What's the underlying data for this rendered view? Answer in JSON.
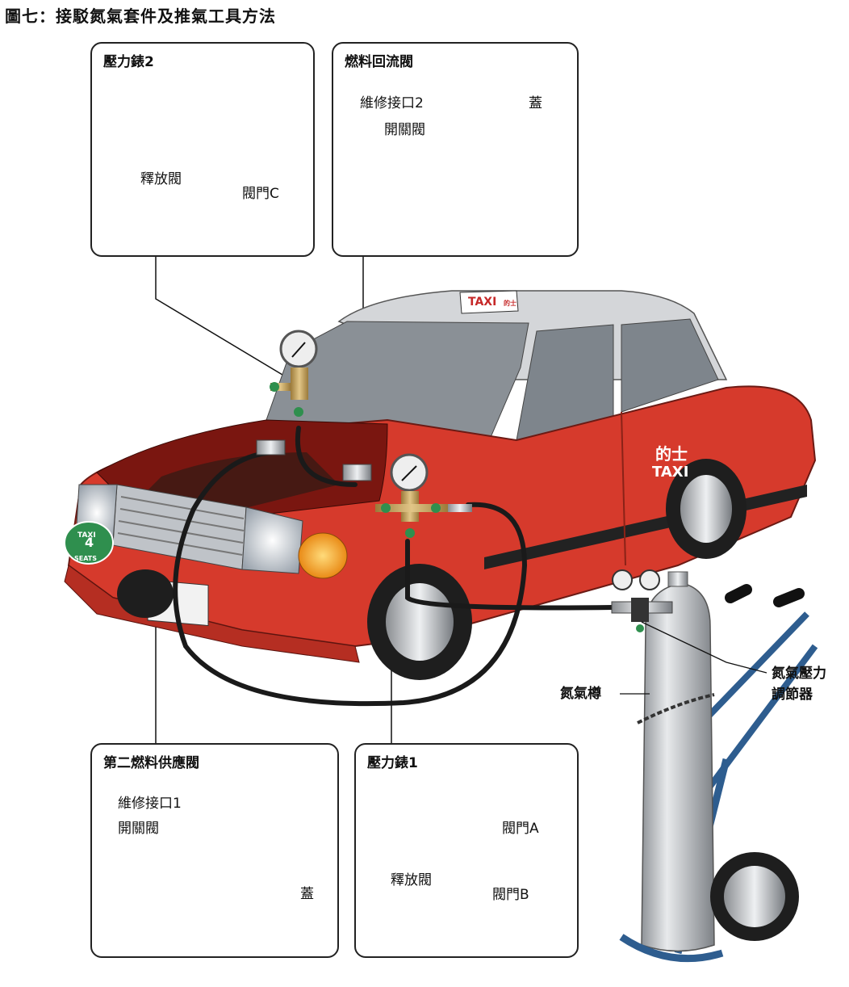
{
  "title": "圖七：接駁氮氣套件及推氣工具方法",
  "panels": {
    "gauge2": {
      "title": "壓力錶2",
      "release_valve": "釋放閥",
      "valve_c": "閥門C"
    },
    "fuel_return": {
      "title": "燃料回流閥",
      "service_port": "維修接口2",
      "switch_valve": "開關閥",
      "cap": "蓋"
    },
    "second_supply": {
      "title": "第二燃料供應閥",
      "service_port": "維修接口1",
      "switch_valve": "開關閥",
      "cap": "蓋"
    },
    "gauge1": {
      "title": "壓力錶1",
      "valve_a": "閥門A",
      "release_valve": "釋放閥",
      "valve_b": "閥門B"
    }
  },
  "callouts": {
    "cylinder": "氮氣樽",
    "regulator_line1": "氮氣壓力",
    "regulator_line2": "調節器"
  },
  "car": {
    "roof_sign": "TAXI",
    "roof_sign_cn": "的士",
    "door_cn": "的士",
    "door_en": "TAXI",
    "plate_top": "TAXI",
    "plate_num": "4",
    "plate_bottom": "SEATS"
  },
  "colors": {
    "car_red": "#d63a2c",
    "valve_green": "#2f8f4e",
    "brass": "#c9a35a",
    "cylinder": "#c9ccd0",
    "trolley": "#2e5d8f"
  }
}
